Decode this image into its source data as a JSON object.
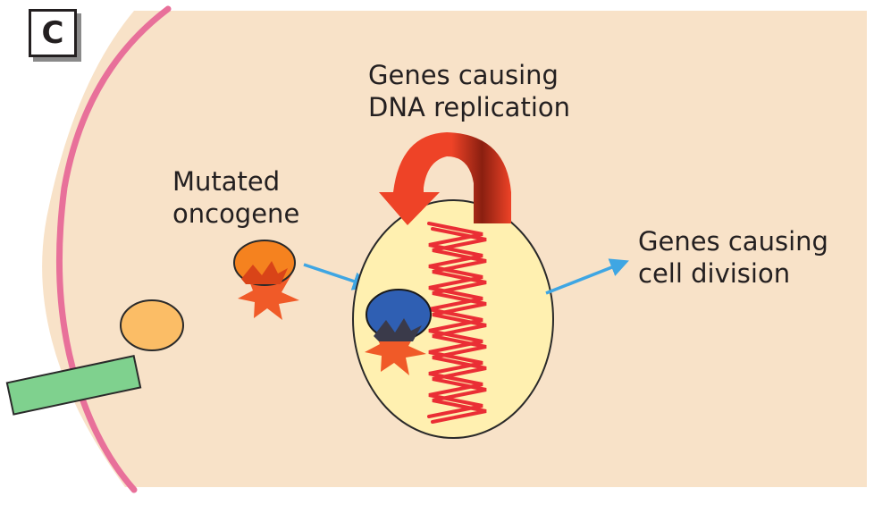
{
  "panel": {
    "letter": "C"
  },
  "labels": {
    "dna_replication": [
      "Genes causing",
      "DNA replication"
    ],
    "mutated_oncogene": [
      "Mutated",
      "oncogene"
    ],
    "cell_division": [
      "Genes causing",
      "cell division"
    ]
  },
  "colors": {
    "cytoplasm": "#f8e2c8",
    "membrane": "#e8709a",
    "nucleus": "#fff0b0",
    "dna_helix": "#ea2e35",
    "curved_arrow": "#ee4327",
    "arrows": "#3fa6e3",
    "oncogene_protein": "#f5821f",
    "bound_protein": "#2f5fb3",
    "starburst": "#f05a28",
    "vesicle": "#fbbd66",
    "receptor": "#7fd18e"
  }
}
